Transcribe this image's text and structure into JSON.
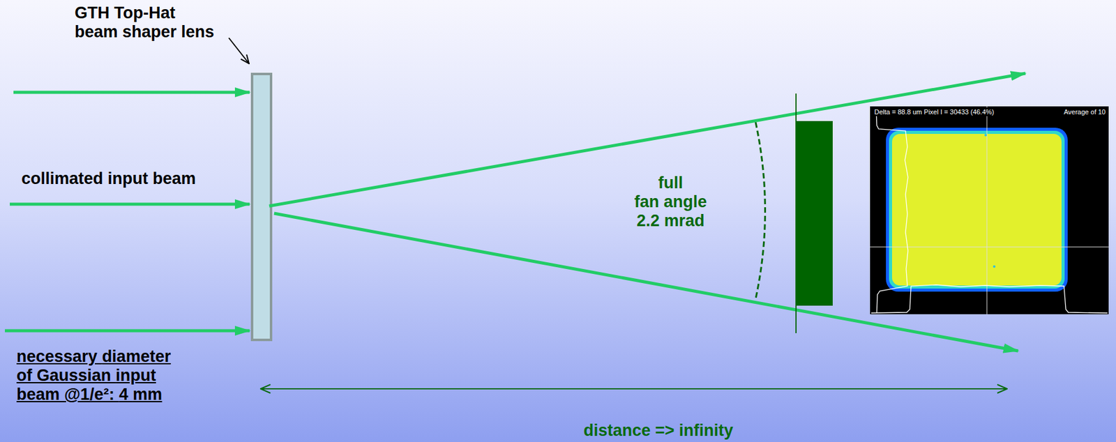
{
  "diagram": {
    "labels": [
      "GTH Top-Hat beam shaper lens",
      "collimated input beam",
      "necessary diameter of Gaussian input beam @1/e²: 4 mm",
      "full fan angle 2.2 mrad",
      "distance => infinity",
      "Delta = 88.8 um Pixel I = 30433 (46.4%)",
      "Average of 10"
    ]
  }
}
